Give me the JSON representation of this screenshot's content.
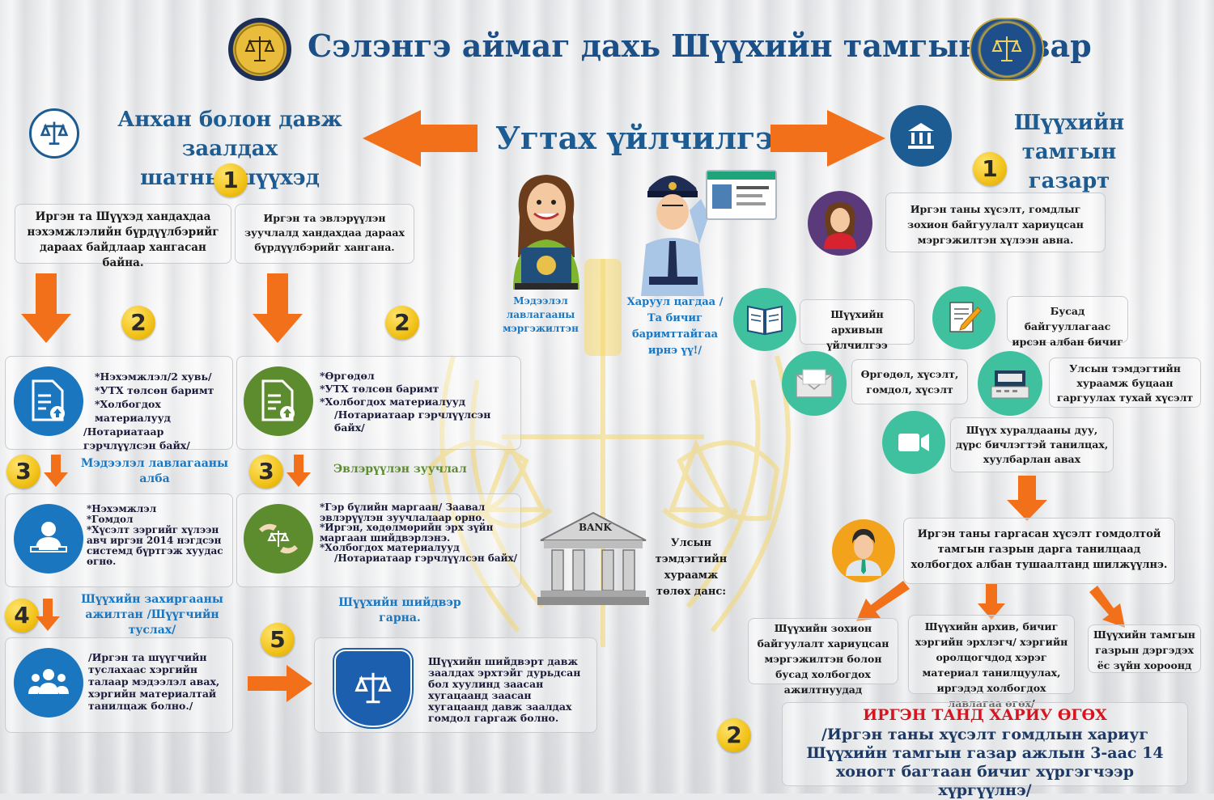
{
  "header": {
    "title": "Сэлэнгэ аймаг дахь Шүүхийн тамгын газар"
  },
  "center": {
    "title": "Угтах үйлчилгээ",
    "info_staff": "Мэдээлэл лавлагааны мэргэжилтэн",
    "guard": "Харуул цагдаа /Та бичиг баримттайгаа ирнэ үү!/",
    "bank_label": "BANK",
    "bank_caption": "Улсын тэмдэгтийн хураамж төлөх данс:"
  },
  "left": {
    "heading_line1": "Анхан болон давж заалдах",
    "heading_line2": "шатны шүүхэд",
    "step1_num": "1",
    "box1a": "Иргэн та Шүүхэд хандахдаа нэхэмжлэлийн бүрдүүлбэрийг дараах байдлаар хангасан байна.",
    "box1b": "Иргэн та эвлэрүүлэн зуучлалд хандахдаа дараах бүрдүүлбэрийг хангана.",
    "step2a_num": "2",
    "step2b_num": "2",
    "box2a": [
      "*Нэхэмжлэл/2 хувь/",
      "*УТХ төлсөн баримт",
      "*Холбогдох материалууд",
      "/Нотариатаар гэрчлүүлсэн байх/"
    ],
    "box2b": [
      "*Өргөдөл",
      "*УТХ төлсөн баримт",
      "*Холбогдох материалууд",
      "/Нотариатаар гэрчлүүлсэн байх/"
    ],
    "step3a_num": "3",
    "step3b_num": "3",
    "info_desk": "Мэдээлэл лавлагааны алба",
    "mediation": "Эвлэрүүлэн зуучлал",
    "box3a": [
      "*Нэхэмжлэл",
      "*Гомдол",
      "*Хүсэлт зэргийг хүлээн авч иргэн 2014 нэгдсэн системд бүртгэж хуудас өгнө."
    ],
    "box3b": [
      "*Гэр бүлийн маргаан/ Заавал эвлэрүүлэн зуучлалаар орно.",
      "*Иргэн, хөдөлмөрийн эрх зүйн маргаан шийдвэрлэнэ.",
      "*Холбогдох материалууд",
      "/Нотариатаар гэрчлүүлсэн байх/"
    ],
    "step4_num": "4",
    "admin_staff": "Шүүхийн захиргааны ажилтан /Шүүгчийн туслах/",
    "box4": "/Иргэн та шүүгчийн туслахаас хэргийн талаар мэдээлэл авах, хэргийн материалтай танилцаж болно./",
    "step5_num": "5",
    "decision_head": "Шүүхийн шийдвэр гарна.",
    "box5": "Шүүхийн шийдвэрт давж заалдах эрхтэйг дурьдсан бол хуулинд заасан хугацаанд заасан хугацаанд давж заалдах гомдол гаргаж болно."
  },
  "right": {
    "heading_line1": "Шүүхийн тамгын",
    "heading_line2": "газарт",
    "step1_num": "1",
    "receive": "Иргэн таны хүсэлт, гомдлыг зохион байгуулалт хариуцсан мэргэжилтэн хүлээн авна.",
    "archive": "Шүүхийн архивын үйлчилгээ",
    "other_org": "Бусад байгууллагаас ирсэн албан бичиг",
    "petition": "Өргөдөл, хүсэлт, гомдол, хүсэлт",
    "stamp_fee": "Улсын тэмдэгтийн хураамж буцаан гаргуулах тухай хүсэлт",
    "hearing": "Шүүх хуралдааны дуу, дүрс бичлэгтэй танилцах, хуулбарлан авах",
    "forward": "Иргэн таны гаргасан хүсэлт гомдолтой тамгын газрын дарга танилцаад холбогдох албан тушаалтанд шилжүүлнэ.",
    "sub1": "Шүүхийн зохион байгуулалт хариуцсан мэргэжилтэн болон бусад холбогдох ажилтнуудад",
    "sub2": "Шүүхийн архив, бичиг хэргийн эрхлэгч/ хэргийн оролцогчдод хэрэг материал танилцуулах, иргэдэд холбогдох лавлагаа өгөх/",
    "sub3": "Шүүхийн тамгын газрын дэргэдэх ёс зүйн хороонд",
    "step2_num": "2",
    "answer_title": "ИРГЭН ТАНД ХАРИУ ӨГӨХ",
    "answer_body": "/Иргэн таны хүсэлт гомдлын хариуг Шүүхийн тамгын газар ажлын 3-аас 14 хоногт багтаан бичиг хүргэгчээр хүргүүлнэ/"
  },
  "colors": {
    "navy": "#1d5c93",
    "orange": "#f3701b",
    "green": "#5d8c2f",
    "teal": "#3fc1a0",
    "red": "#d8141e",
    "gold": "#f1c21a"
  }
}
